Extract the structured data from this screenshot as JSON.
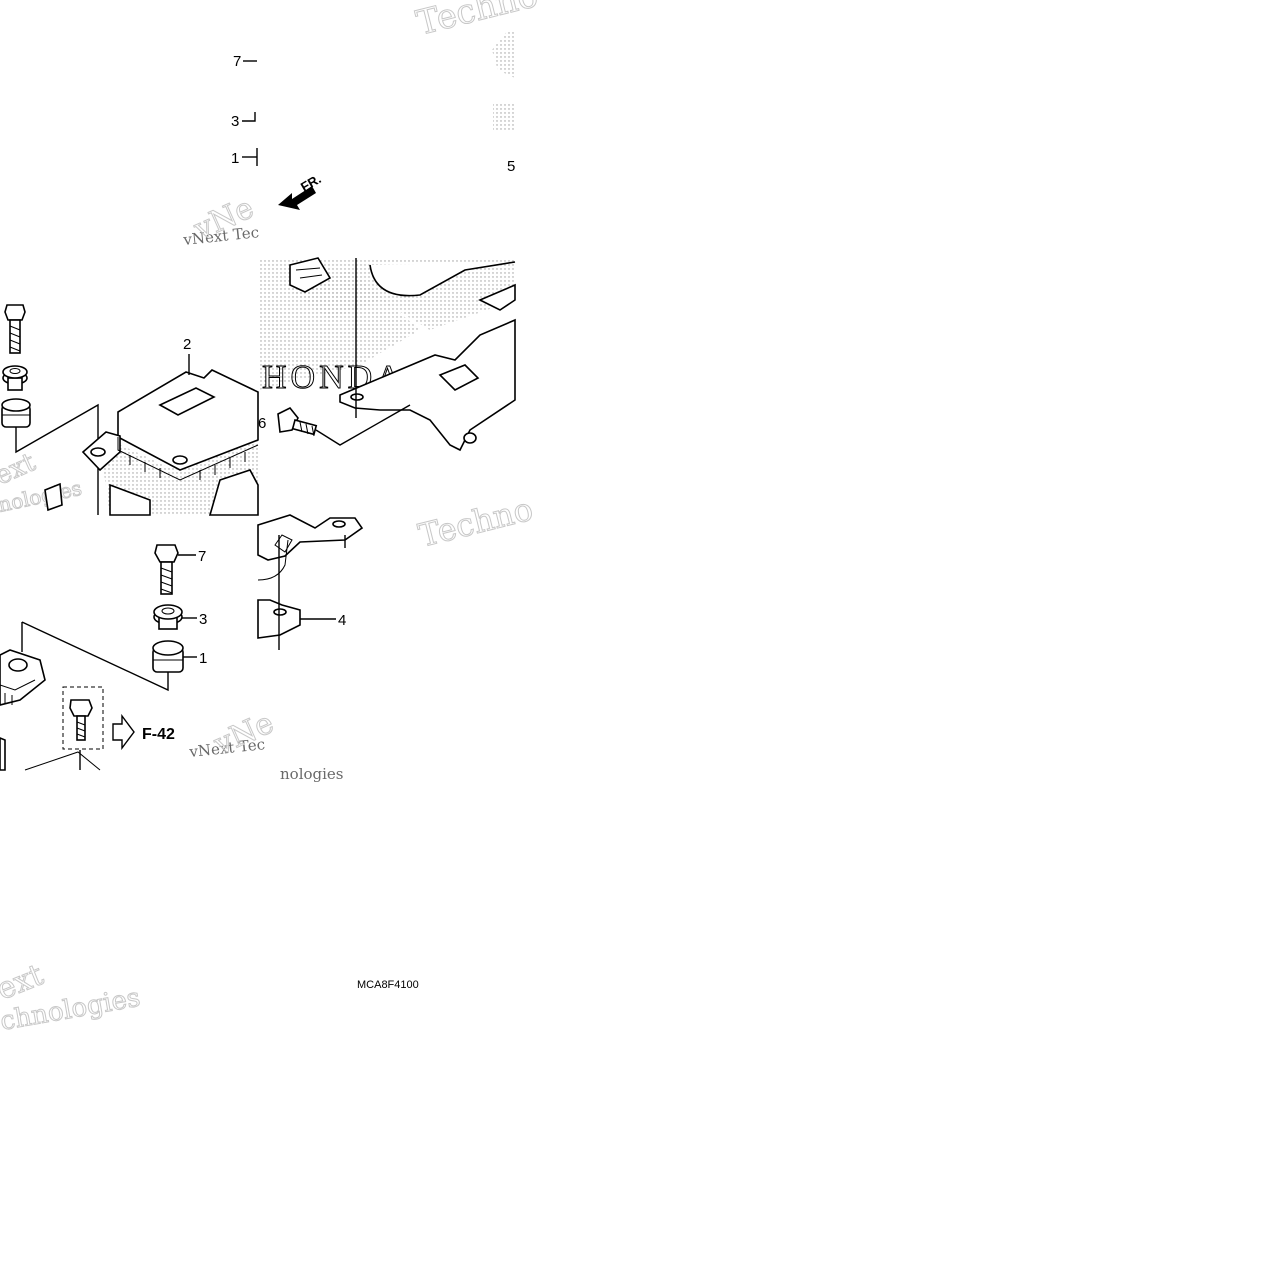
{
  "diagram": {
    "callouts": [
      {
        "id": "c7a",
        "label": "7"
      },
      {
        "id": "c3a",
        "label": "3"
      },
      {
        "id": "c1a",
        "label": "1"
      },
      {
        "id": "c5a",
        "label": "5"
      },
      {
        "id": "c2",
        "label": "2"
      },
      {
        "id": "c6",
        "label": "6"
      },
      {
        "id": "c7b",
        "label": "7"
      },
      {
        "id": "c3b",
        "label": "3"
      },
      {
        "id": "c1b",
        "label": "1"
      },
      {
        "id": "c4",
        "label": "4"
      }
    ],
    "front_arrow_label": "FR.",
    "reference_label": "F-42",
    "figure_code": "MCA8F4100",
    "watermarks": [
      "Techno",
      "vNext Tec",
      "Technologies",
      "nologies",
      "Techno",
      "vNext Tec",
      "nologies",
      "ext",
      "chnologies"
    ]
  },
  "colors": {
    "line": "#000000",
    "watermark": "#c8c8c8",
    "background": "#ffffff"
  }
}
